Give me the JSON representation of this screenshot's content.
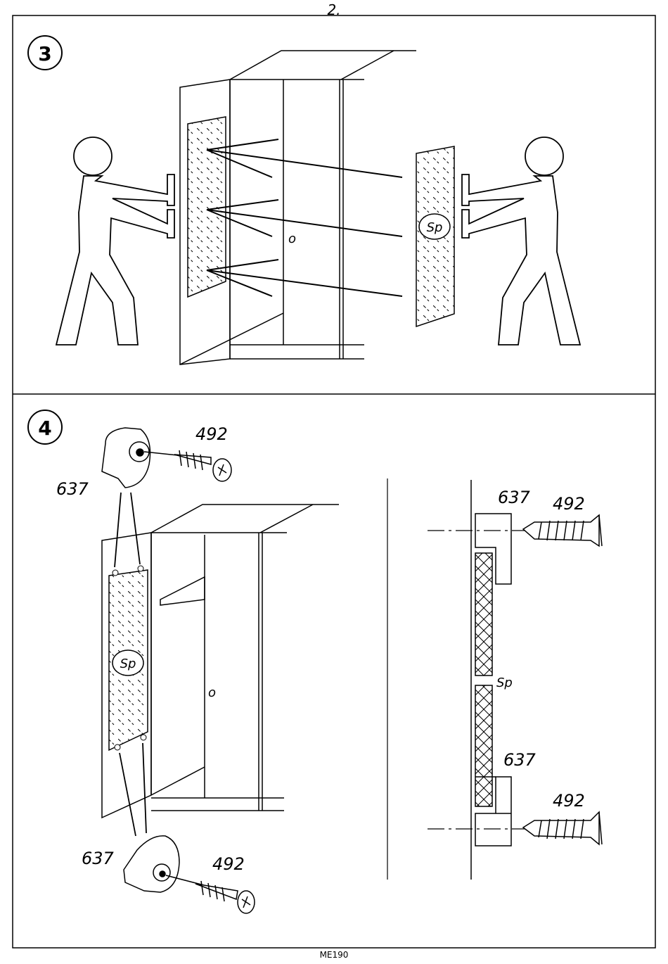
{
  "page_number": "2.",
  "footer_code": "ME190",
  "step3": {
    "number": "3",
    "mirror_label": "Sp",
    "knob_label": "o"
  },
  "step4": {
    "number": "4",
    "part_bracket": "637",
    "part_screw": "492",
    "mirror_label": "Sp",
    "knob_label": "o"
  }
}
